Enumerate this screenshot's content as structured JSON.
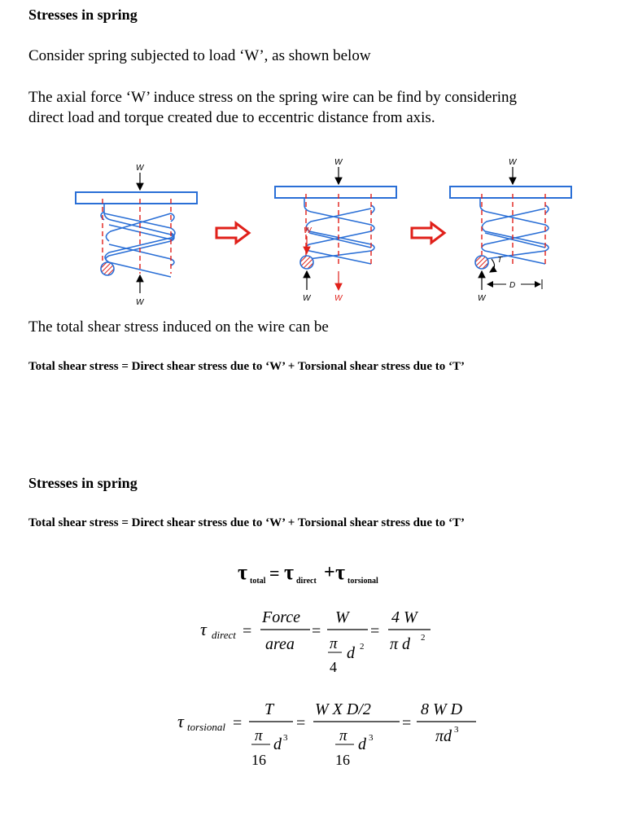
{
  "sec1": {
    "heading": "Stresses in spring",
    "intro": "Consider spring subjected to load ‘W’, as shown below",
    "para_line1": "The axial force ‘W’ induce stress on the spring wire can be find by considering",
    "para_line2": "direct load and torque created due to eccentric distance from axis.",
    "total_text": "The total shear stress induced on the wire can be",
    "bold_eq": "Total shear stress = Direct shear stress due to ‘W’ + Torsional shear stress due to ‘T’"
  },
  "figure": {
    "load_label": "W",
    "torque_label": "T",
    "diameter_label": "D"
  },
  "sec2": {
    "heading": "Stresses in spring",
    "bold_eq": "Total shear stress = Direct shear stress due to ‘W’ + Torsional shear stress due to ‘T’"
  },
  "eq_main": {
    "tau": "τ",
    "sub_total": "total",
    "sub_direct": "direct",
    "sub_torsional": "torsional",
    "eq": "=",
    "plus": "+"
  },
  "eq_direct": {
    "tau": "τ",
    "sub": "direct",
    "eq": "=",
    "n1": "Force",
    "d1": "area",
    "n2": "W",
    "d2_pi": "π",
    "d2_four": "4",
    "d2_d": "d",
    "d2_exp": "2",
    "n3": "4  W",
    "d3": "π  d",
    "d3_exp": "2"
  },
  "eq_torsional": {
    "tau": "τ",
    "sub": "torsional",
    "eq": "=",
    "n1": "T",
    "d1_pi": "π",
    "d1_16": "16",
    "d1_d": "d",
    "d1_exp": "3",
    "n2": "W  X  D/2",
    "d2_pi": "π",
    "d2_16": "16",
    "d2_d": "d",
    "d2_exp": "3",
    "n3": "8  W  D",
    "d3": "πd",
    "d3_exp": "3"
  }
}
